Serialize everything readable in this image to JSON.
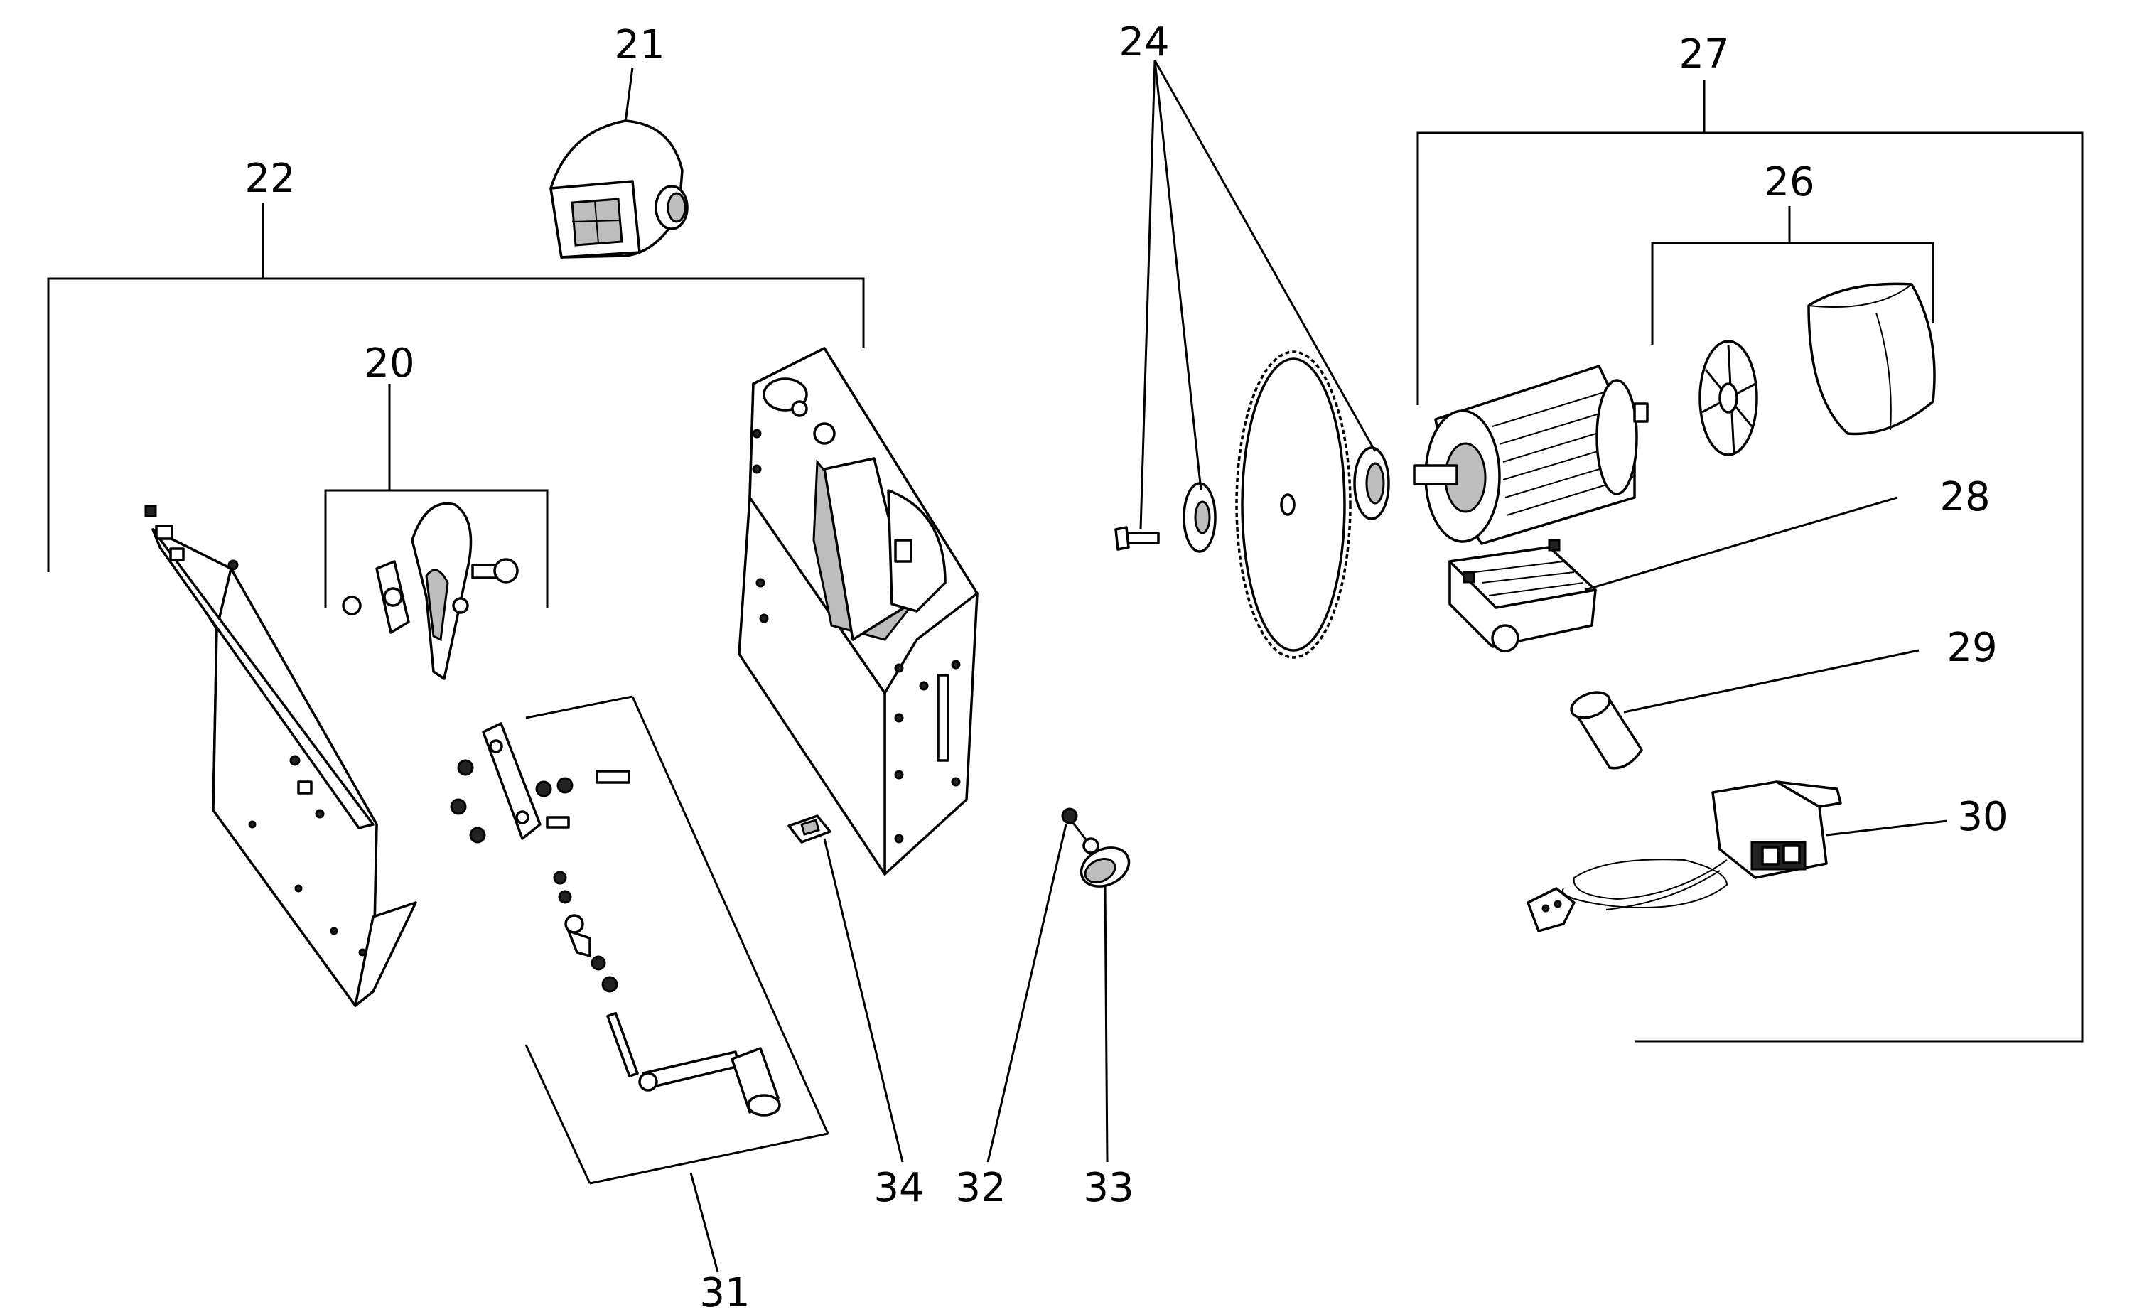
{
  "labels": {
    "l20": "20",
    "l21": "21",
    "l22": "22",
    "l24": "24",
    "l26": "26",
    "l27": "27",
    "l28": "28",
    "l29": "29",
    "l30": "30",
    "l31": "31",
    "l32": "32",
    "l33": "33",
    "l34": "34"
  },
  "colors": {
    "line": "#000000",
    "background": "#ffffff"
  }
}
